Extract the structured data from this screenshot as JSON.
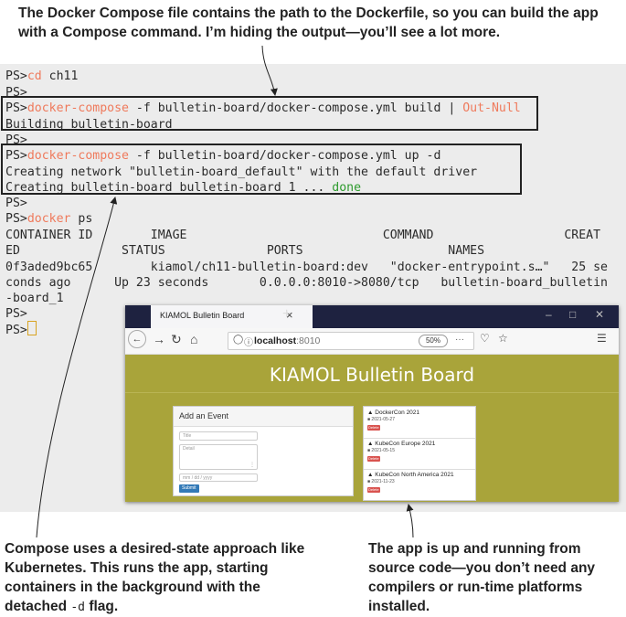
{
  "callouts": {
    "top": "The Docker Compose file contains the path to the Dockerfile, so you can build the app with a Compose command. I’m hiding the output—you’ll see a lot more.",
    "bottom_left_before": "Compose uses a desired-state approach like Kubernetes. This runs the app, starting containers in the background with the detached ",
    "bottom_left_code": "-d",
    "bottom_left_after": " flag.",
    "bottom_right": "The app is up and running from source code—you don’t need any compilers or run-time platforms installed."
  },
  "terminal": {
    "prompt": "PS>",
    "cmd_cd": "cd",
    "arg_cd": " ch11",
    "cmd_compose": "docker-compose",
    "arg_build": " -f bulletin-board/docker-compose.yml build | ",
    "cmd_outnull": "Out-Null",
    "out_building": "Building bulletin-board",
    "arg_up": " -f bulletin-board/docker-compose.yml up -d",
    "out_network": "Creating network \"bulletin-board_default\" with the default driver",
    "out_creating": "Creating bulletin-board_bulletin-board_1 ... ",
    "out_done": "done",
    "cmd_docker": "docker",
    "arg_ps": " ps",
    "ps_header_1": "CONTAINER ID        IMAGE                           COMMAND                  CREAT",
    "ps_header_2": "ED              STATUS              PORTS                    NAMES",
    "ps_row_1": "0f3aded9bc65        kiamol/ch11-bulletin-board:dev   \"docker-entrypoint.s…\"   25 se",
    "ps_row_2": "conds ago      Up 23 seconds       0.0.0.0:8010->8080/tcp   bulletin-board_bulletin",
    "ps_row_3": "-board_1"
  },
  "browser": {
    "tab_title": "KIAMOL Bulletin Board",
    "tab_close": "×",
    "new_tab": "+",
    "url_host": "localhost",
    "url_port": ":8010",
    "zoom": "50%",
    "menu_icon": "☰",
    "page": {
      "title": "KIAMOL Bulletin Board",
      "form": {
        "heading": "Add an Event",
        "title_placeholder": "Title",
        "detail_placeholder": "Detail",
        "date_placeholder": "mm / dd / yyyy",
        "submit_label": "Submit"
      },
      "events": [
        {
          "name": "DockerCon 2021",
          "date": "2021-05-27",
          "delete_label": "Delete"
        },
        {
          "name": "KubeCon Europe 2021",
          "date": "2021-05-15",
          "delete_label": "Delete"
        },
        {
          "name": "KubeCon North America 2021",
          "date": "2021-11-23",
          "delete_label": "Delete"
        }
      ]
    }
  },
  "colors": {
    "terminal_bg": "#ececec",
    "command_accent": "#ef7a5c",
    "done_green": "#2e9b2e",
    "page_bg": "#a9a43a",
    "tab_strip": "#1e2240",
    "submit_blue": "#337ab7",
    "delete_red": "#d9534f"
  }
}
